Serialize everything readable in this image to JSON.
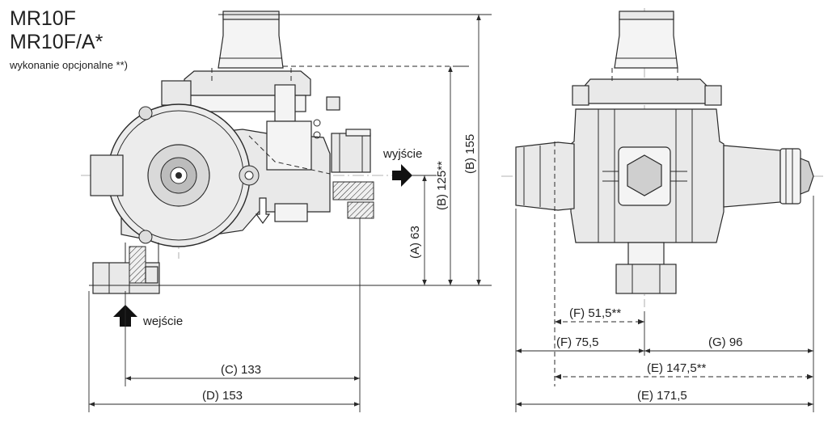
{
  "title": {
    "line1": "MR10F",
    "line2": "MR10F/A*",
    "note": "wykonanie opcjonalne **)"
  },
  "labels": {
    "outlet": "wyjście",
    "inlet": "wejście"
  },
  "dimensions": {
    "A": "(A) 63",
    "B_opt": "(B) 125**",
    "B": "(B) 155",
    "C": "(C) 133",
    "D": "(D) 153",
    "F_opt": "(F) 51,5**",
    "F": "(F) 75,5",
    "G": "(G) 96",
    "E_opt": "(E) 147,5**",
    "E": "(E) 171,5"
  },
  "icons": [
    "outlet-arrow-icon",
    "inlet-arrow-icon",
    "flow-down-arrow-icon"
  ]
}
